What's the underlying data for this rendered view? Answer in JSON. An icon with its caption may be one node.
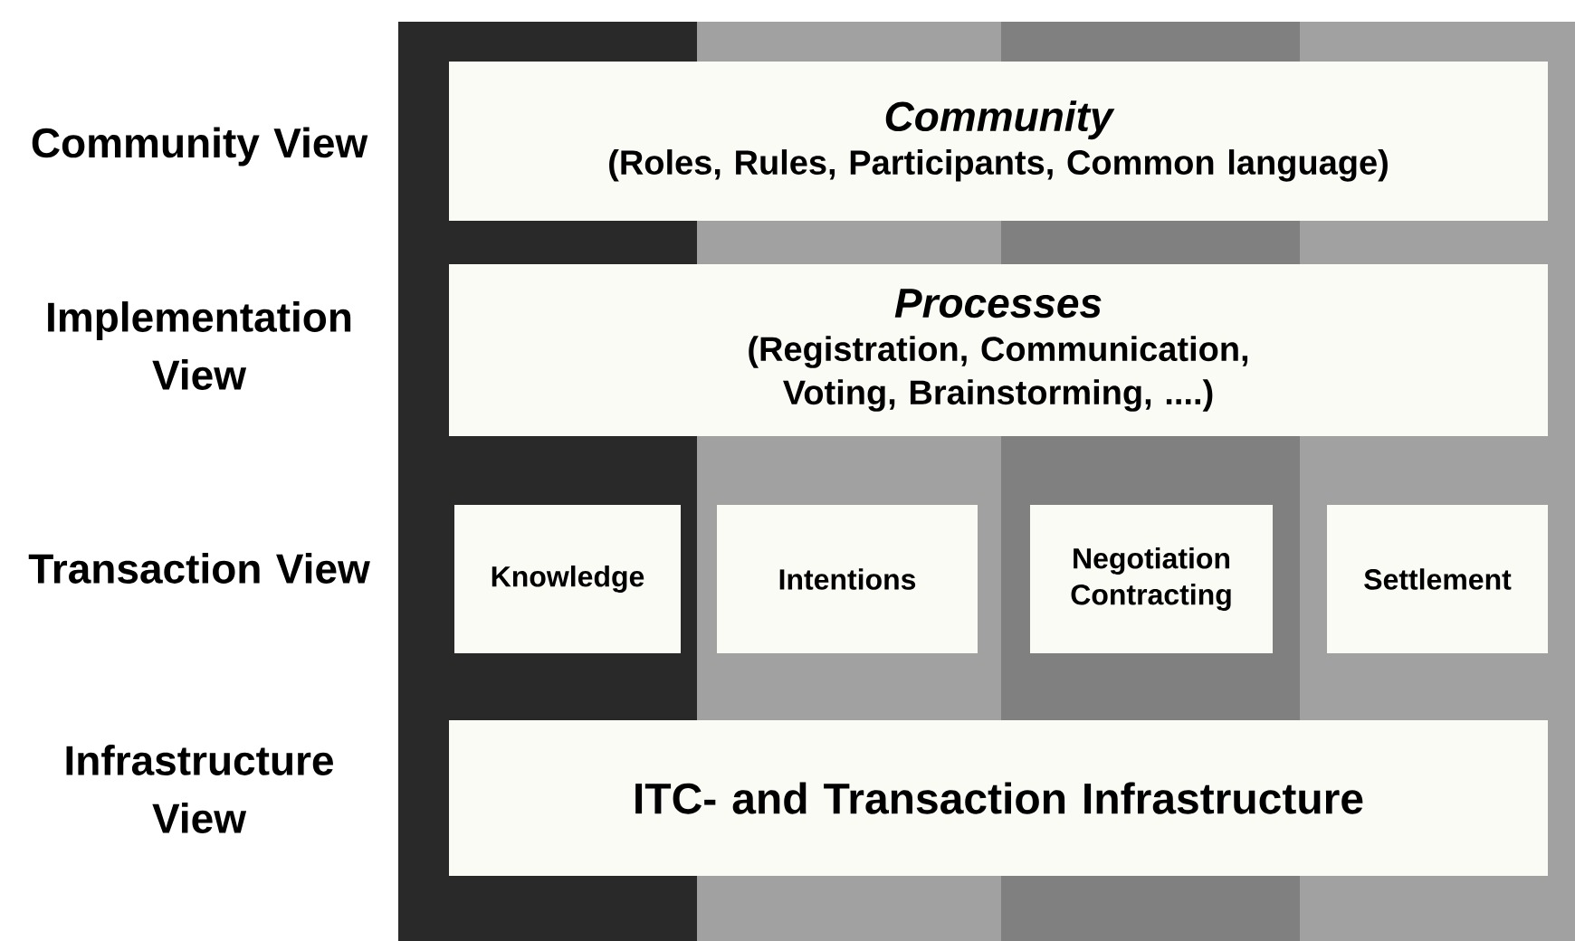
{
  "diagram": {
    "nodes": [
      {
        "text": [
          "Community",
          "(Roles, Rules, Participants, Common language)"
        ]
      },
      {
        "text": [
          "Processes",
          "(Registration, Communication, Voting, Brainstorming, ....)"
        ]
      },
      {
        "text": [
          "Knowledge"
        ]
      },
      {
        "text": [
          "Intentions"
        ]
      },
      {
        "text": [
          "Negotiation Contracting"
        ]
      },
      {
        "text": [
          "Settlement"
        ]
      },
      {
        "text": [
          "ITC- and Transaction Infrastructure"
        ]
      }
    ],
    "labels": [
      "Community View",
      "Implementation View",
      "Transaction View",
      "Infrastructure View"
    ]
  }
}
